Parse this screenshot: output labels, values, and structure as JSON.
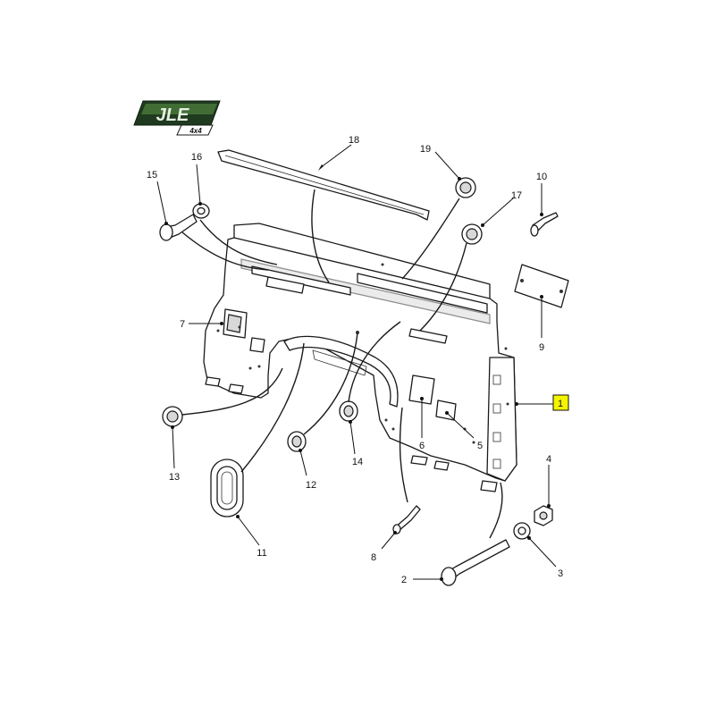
{
  "logo": {
    "brand": "JLE",
    "subtext": "4x4",
    "colors": {
      "dark": "#1f3a1f",
      "mid": "#4a7a3a",
      "light": "#c9d9c0"
    }
  },
  "callouts": [
    {
      "id": "1",
      "label": "1",
      "highlighted": true
    },
    {
      "id": "2",
      "label": "2"
    },
    {
      "id": "3",
      "label": "3"
    },
    {
      "id": "4",
      "label": "4"
    },
    {
      "id": "5",
      "label": "5"
    },
    {
      "id": "6",
      "label": "6"
    },
    {
      "id": "7",
      "label": "7"
    },
    {
      "id": "8",
      "label": "8"
    },
    {
      "id": "9",
      "label": "9"
    },
    {
      "id": "10",
      "label": "10"
    },
    {
      "id": "11",
      "label": "11"
    },
    {
      "id": "12",
      "label": "12"
    },
    {
      "id": "13",
      "label": "13"
    },
    {
      "id": "14",
      "label": "14"
    },
    {
      "id": "15",
      "label": "15"
    },
    {
      "id": "16",
      "label": "16"
    },
    {
      "id": "17",
      "label": "17"
    },
    {
      "id": "18",
      "label": "18"
    },
    {
      "id": "19",
      "label": "19"
    }
  ],
  "colors": {
    "highlight": "#f5f500",
    "line": "#111111"
  }
}
